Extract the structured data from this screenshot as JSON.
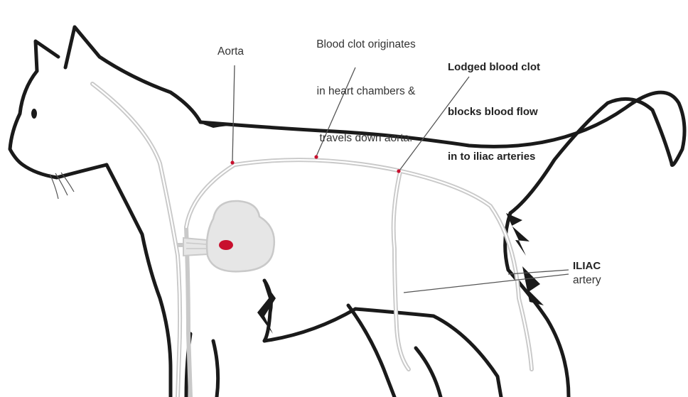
{
  "labels": {
    "aorta": "Aorta",
    "clot_origin": [
      "Blood clot originates",
      "in heart chambers &",
      "travels down aorta."
    ],
    "lodged_clot": [
      "Lodged blood clot",
      "blocks blood flow",
      "in to iliac arteries"
    ],
    "iliac_title": "ILIAC",
    "iliac_sub": "artery"
  },
  "colors": {
    "outline": "#1a1a1a",
    "vessel": "#c9c9c9",
    "heart_fill": "#e6e6e6",
    "clot": "#c8102e",
    "leader": "#555555"
  }
}
